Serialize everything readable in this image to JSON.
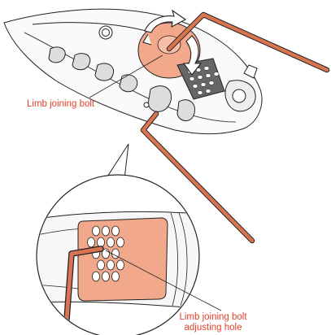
{
  "callouts": {
    "bolt": "Limb joining bolt",
    "hole_line1": "Limb joining bolt",
    "hole_line2": "adjusting hole"
  },
  "colors": {
    "callout_text": "#e2422c",
    "bolt_fill": "#f2a88a",
    "wrench": "#d8744f",
    "outline": "#222222"
  },
  "icons": {
    "rotation_arrows": "curved-rotate-arrow-icon"
  }
}
